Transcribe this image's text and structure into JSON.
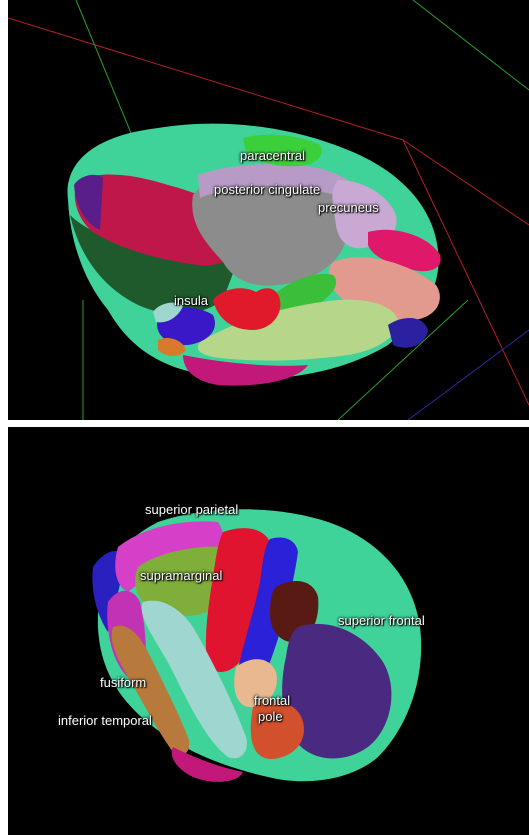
{
  "medial_view": {
    "labels": {
      "paracentral": "paracentral",
      "posterior_cingulate": "posterior cingulate",
      "precuneus": "precuneus",
      "insula": "insula"
    }
  },
  "lateral_view": {
    "labels": {
      "superior_parietal": "superior parietal",
      "supramarginal": "supramarginal",
      "superior_frontal": "superior frontal",
      "fusiform": "fusiform",
      "inferior_temporal": "inferior temporal",
      "frontal_pole_line1": "frontal",
      "frontal_pole_line2": "pole"
    }
  },
  "colors": {
    "background": "#000000",
    "separator": "#ffffff",
    "superior_frontal": "#3fd39a",
    "paracentral": "#3ccf3c",
    "posterior_cingulate": "#b79ac6",
    "precuneus": "#c9a8d4",
    "insula": "#e01a2a",
    "supramarginal": "#7fae3a",
    "superior_parietal": "#d640c8",
    "fusiform": "#b87a3c",
    "inferior_temporal": "#9fd6d0",
    "frontal_pole": "#d2502c",
    "precentral": "#2a21d8",
    "postcentral": "#e0142e"
  }
}
